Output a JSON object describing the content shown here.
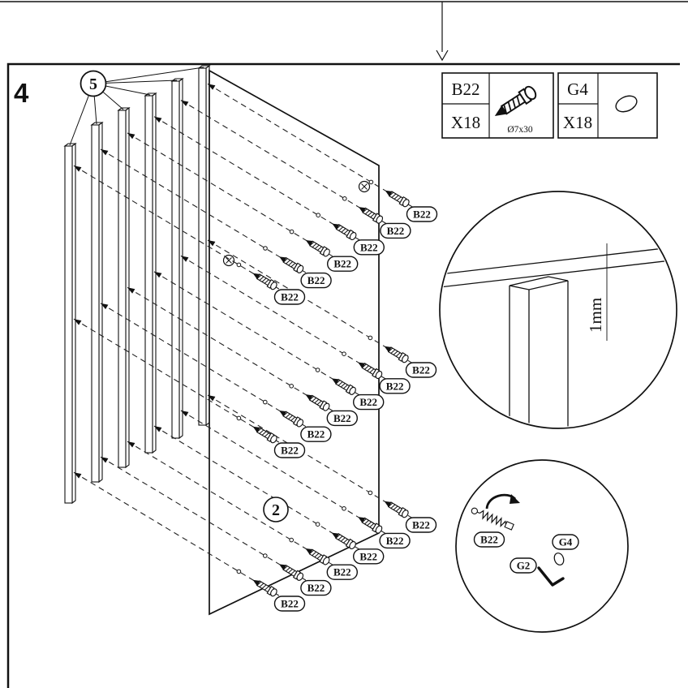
{
  "page": {
    "step_number": "4",
    "slat_callout": "5",
    "panel_callout": "2"
  },
  "legend": {
    "b22": {
      "code": "B22",
      "qty": "X18",
      "size": "Ø7x30",
      "icon": "screw-icon"
    },
    "g4": {
      "code": "G4",
      "qty": "X18",
      "icon": "cap-nut-icon"
    }
  },
  "diagram": {
    "screw_label": "B22"
  },
  "detail_gap": {
    "dimension": "1mm"
  },
  "detail_tool": {
    "screw_label": "B22",
    "cap_label": "G4",
    "tool_label": "G2",
    "tool_icon": "allen-key-icon",
    "action_icon": "rotate-arrow-icon"
  },
  "style": {
    "ink": "#111111",
    "background": "#ffffff"
  }
}
